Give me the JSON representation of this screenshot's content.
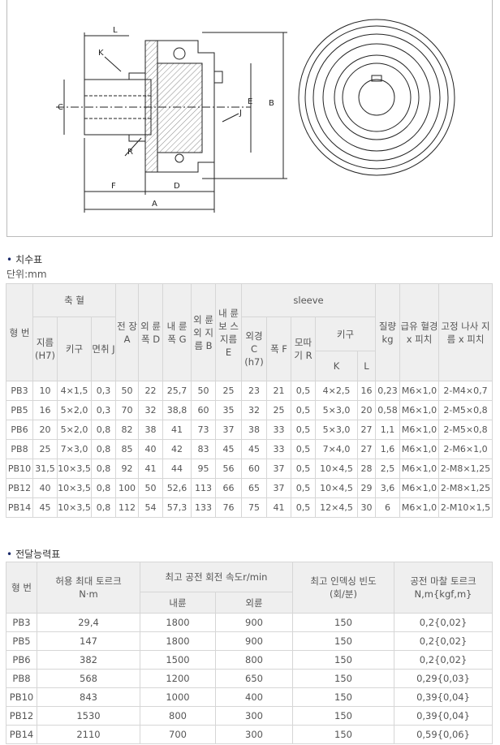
{
  "drawing": {
    "labels": {
      "L": "L",
      "K": "K",
      "C": "C",
      "R": "R",
      "F": "F",
      "D": "D",
      "A": "A",
      "E": "E",
      "B": "B",
      "J": "J"
    }
  },
  "section1": {
    "title": "치수표",
    "unit": "단위:mm",
    "headers": {
      "model": "형 번",
      "shaft_hole": "축 혈",
      "bore": "지름 (H7)",
      "keyway": "키구",
      "chamfer": "면취 J",
      "length": "전 장 A",
      "outer_width": "외 륜 폭 D",
      "inner_width": "내 륜 폭 G",
      "outer_dia": "외 륜 외 지름 B",
      "inner_boss": "내 륜 보 스 지름 E",
      "sleeve": "sleeve",
      "sleeve_od": "외경 C (h7)",
      "sleeve_width": "폭 F",
      "sleeve_chamfer": "모따 기 R",
      "sleeve_key": "키구",
      "K": "K",
      "L": "L",
      "mass": "질량 kg",
      "oil_hole": "급유 혈경 x 피치",
      "set_screw": "고정 나사 지름 x 피치"
    },
    "rows": [
      [
        "PB3",
        "10",
        "4×1,5",
        "0,3",
        "50",
        "22",
        "25,7",
        "50",
        "25",
        "23",
        "21",
        "0,5",
        "4×2,5",
        "16",
        "0,23",
        "M6×1,0",
        "2-M4×0,7"
      ],
      [
        "PB5",
        "16",
        "5×2,0",
        "0,3",
        "70",
        "32",
        "38,8",
        "60",
        "35",
        "32",
        "25",
        "0,5",
        "5×3,0",
        "20",
        "0,58",
        "M6×1,0",
        "2-M5×0,8"
      ],
      [
        "PB6",
        "20",
        "5×2,0",
        "0,8",
        "82",
        "38",
        "41",
        "73",
        "37",
        "38",
        "33",
        "0,5",
        "5×3,0",
        "27",
        "1,1",
        "M6×1,0",
        "2-M5×0,8"
      ],
      [
        "PB8",
        "25",
        "7×3,0",
        "0,8",
        "85",
        "40",
        "42",
        "83",
        "45",
        "45",
        "33",
        "0,5",
        "7×4,0",
        "27",
        "1,6",
        "M6×1,0",
        "2-M6×1,0"
      ],
      [
        "PB10",
        "31,5",
        "10×3,5",
        "0,8",
        "92",
        "41",
        "44",
        "95",
        "56",
        "60",
        "37",
        "0,5",
        "10×4,5",
        "28",
        "2,5",
        "M6×1,0",
        "2-M8×1,25"
      ],
      [
        "PB12",
        "40",
        "10×3,5",
        "0,8",
        "100",
        "50",
        "52,6",
        "113",
        "66",
        "65",
        "37",
        "0,5",
        "10×4,5",
        "29",
        "3,6",
        "M6×1,0",
        "2-M8×1,25"
      ],
      [
        "PB14",
        "45",
        "10×3,5",
        "0,8",
        "112",
        "54",
        "57,3",
        "133",
        "76",
        "75",
        "41",
        "0,5",
        "12×4,5",
        "30",
        "6",
        "M6×1,0",
        "2-M10×1,5"
      ]
    ]
  },
  "section2": {
    "title": "전달능력표",
    "headers": {
      "model": "형 번",
      "torque": "허용 최대 토르크",
      "torque_unit": "N·m",
      "speed": "최고 공전 회전 속도r/min",
      "inner": "내륜",
      "outer": "외륜",
      "indexing": "최고 인덱싱 빈도",
      "indexing_unit": "(회/분)",
      "friction": "공전 마찰 토르크",
      "friction_unit": "N,m{kgf,m}"
    },
    "rows": [
      [
        "PB3",
        "29,4",
        "1800",
        "900",
        "150",
        "0,2{0,02}"
      ],
      [
        "PB5",
        "147",
        "1800",
        "900",
        "150",
        "0,2{0,02}"
      ],
      [
        "PB6",
        "382",
        "1500",
        "800",
        "150",
        "0,2{0,02}"
      ],
      [
        "PB8",
        "568",
        "1200",
        "650",
        "150",
        "0,29{0,03}"
      ],
      [
        "PB10",
        "843",
        "1000",
        "400",
        "150",
        "0,39{0,04}"
      ],
      [
        "PB12",
        "1530",
        "800",
        "300",
        "150",
        "0,39{0,04}"
      ],
      [
        "PB14",
        "2110",
        "700",
        "300",
        "150",
        "0,59{0,06}"
      ]
    ]
  }
}
